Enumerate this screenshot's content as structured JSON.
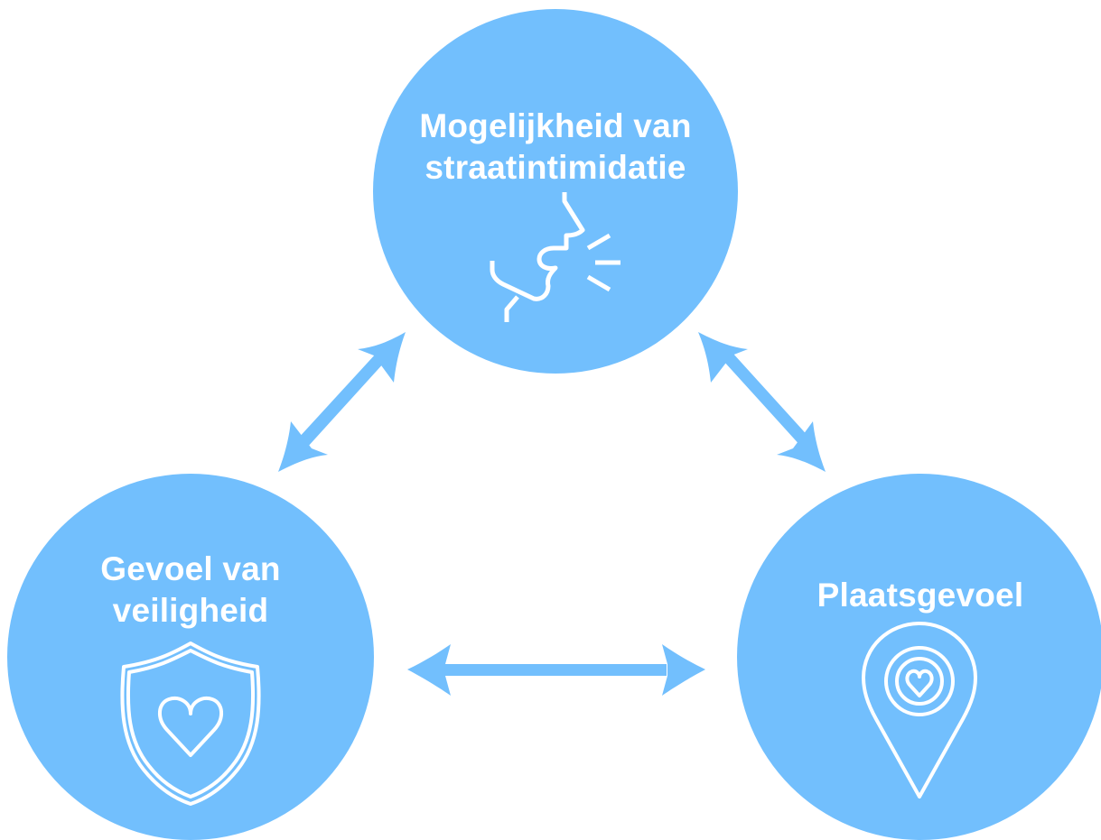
{
  "diagram": {
    "nodes": [
      {
        "id": "top",
        "lines": [
          "Mogelijkheid van",
          "straatintimidatie"
        ],
        "icon": "shouting-face-icon"
      },
      {
        "id": "left",
        "lines": [
          "Gevoel van",
          "veiligheid"
        ],
        "icon": "shield-heart-icon"
      },
      {
        "id": "right",
        "lines": [
          "Plaatsgevoel"
        ],
        "icon": "location-pin-heart-icon"
      }
    ],
    "connections": [
      {
        "from": "top",
        "to": "left",
        "direction": "bidirectional"
      },
      {
        "from": "top",
        "to": "right",
        "direction": "bidirectional"
      },
      {
        "from": "left",
        "to": "right",
        "direction": "bidirectional"
      }
    ]
  },
  "colors": {
    "node_fill": "#72bffd",
    "arrow": "#72bffd",
    "node_text": "#ffffff",
    "icon_stroke": "#ffffff",
    "background": "#ffffff"
  }
}
